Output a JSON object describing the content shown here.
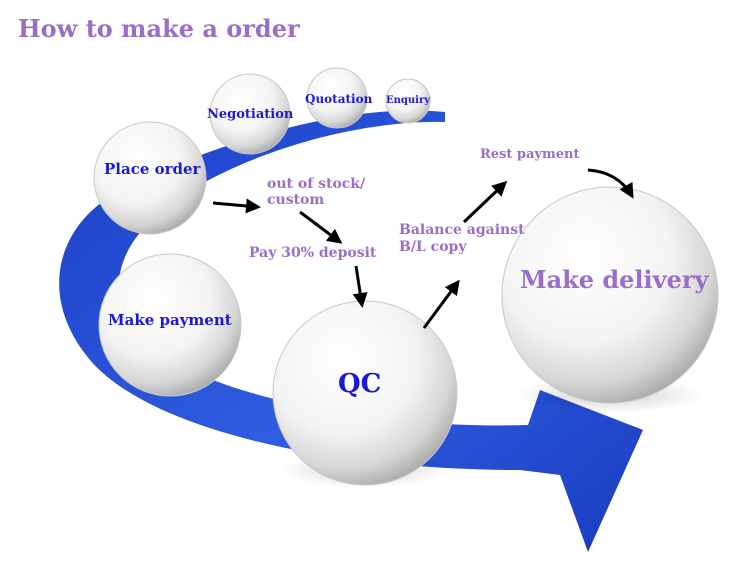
{
  "title": "How to make a order",
  "colors": {
    "title": "#9b6dc8",
    "arrow_band": "#2a52d8",
    "sphere_label": "#1a1ad6",
    "step_label": "#9b6dc8",
    "connector": "#000000"
  },
  "spheres": {
    "enquiry": "Enquiry",
    "quotation": "Quotation",
    "negotiation": "Negotiation",
    "place_order": "Place order",
    "make_payment": "Make payment",
    "qc": "QC",
    "make_delivery": "Make delivery"
  },
  "steps": {
    "stock_line1": "out of stock/",
    "stock_line2": "custom",
    "deposit": "Pay 30% deposit",
    "balance_line1": "Balance against",
    "balance_line2": "B/L copy",
    "rest_payment": "Rest payment"
  }
}
